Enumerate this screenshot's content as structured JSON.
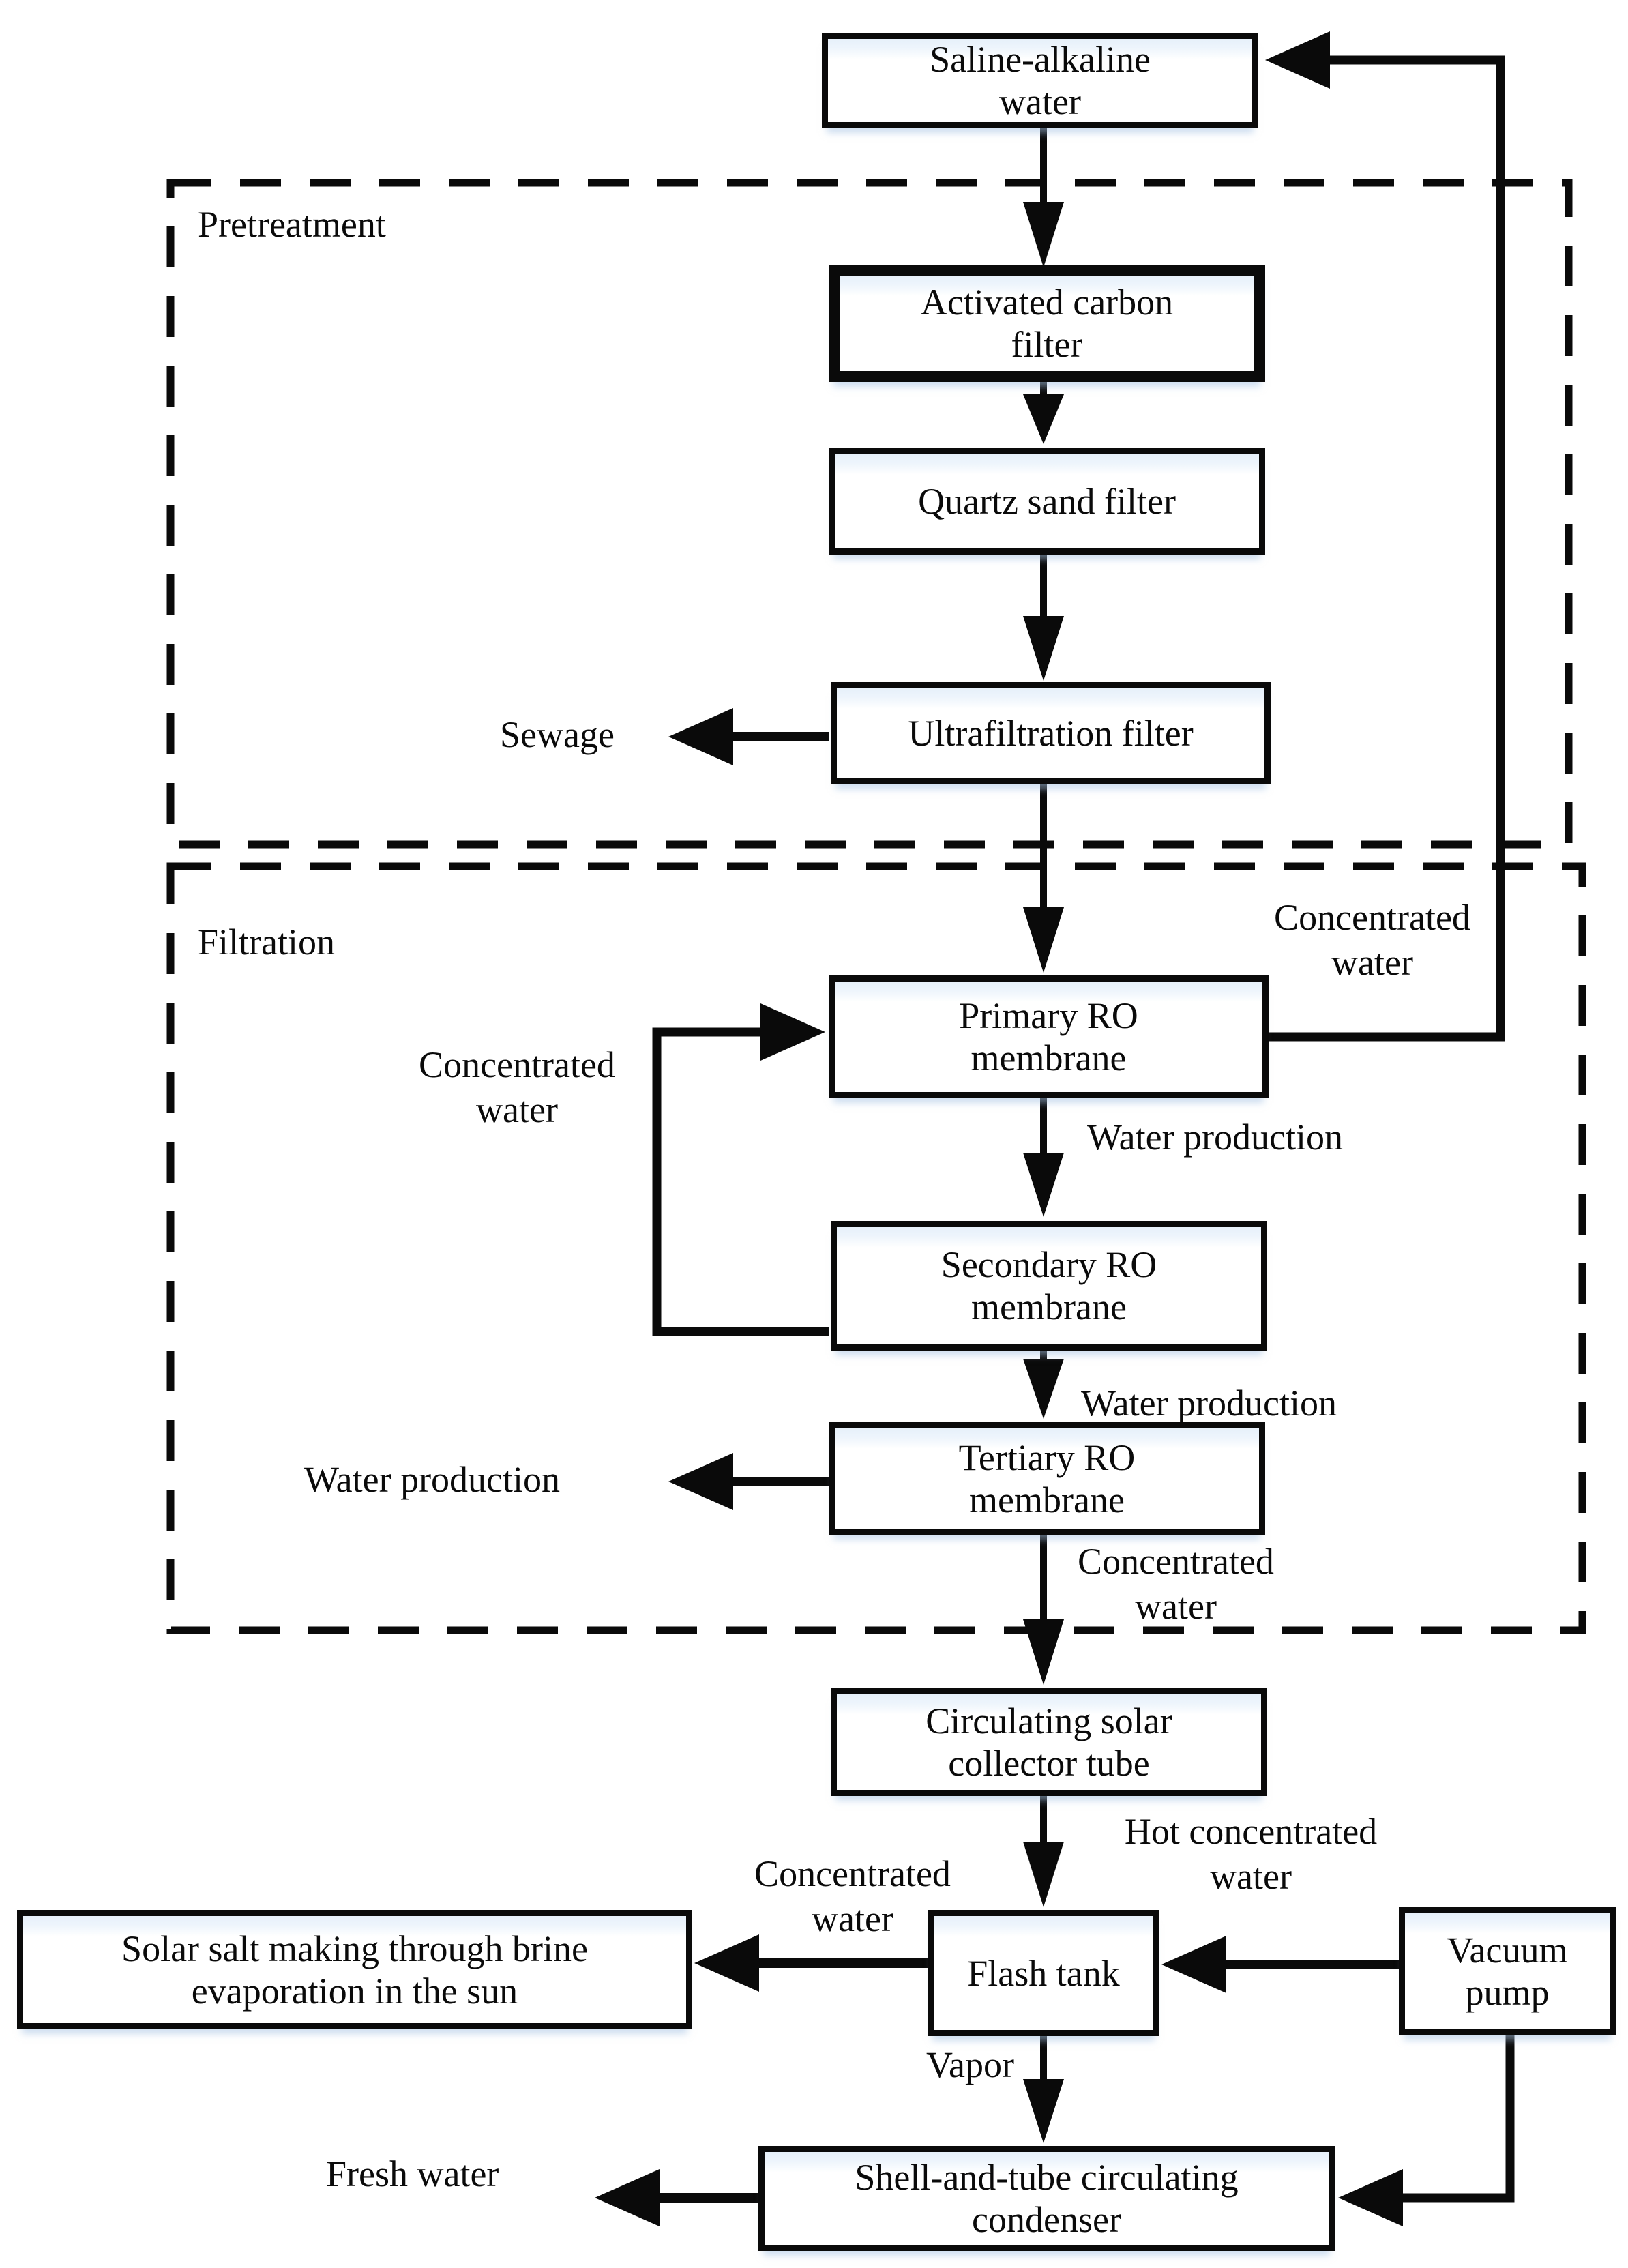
{
  "diagram": {
    "type": "flowchart",
    "sections": {
      "pretreatment": {
        "label": "Pretreatment"
      },
      "filtration": {
        "label": "Filtration"
      }
    },
    "nodes": {
      "saline_water": {
        "label": "Saline-alkaline\nwater"
      },
      "activated_carbon_filter": {
        "label": "Activated carbon\nfilter"
      },
      "quartz_sand_filter": {
        "label": "Quartz sand filter"
      },
      "ultrafiltration_filter": {
        "label": "Ultrafiltration filter"
      },
      "primary_ro_membrane": {
        "label": "Primary RO\nmembrane"
      },
      "secondary_ro_membrane": {
        "label": "Secondary RO\nmembrane"
      },
      "tertiary_ro_membrane": {
        "label": "Tertiary RO\nmembrane"
      },
      "solar_collector_tube": {
        "label": "Circulating solar\ncollector tube"
      },
      "flash_tank": {
        "label": "Flash tank"
      },
      "vacuum_pump": {
        "label": "Vacuum\npump"
      },
      "solar_salt_making": {
        "label": "Solar salt making through brine\nevaporation in the sun"
      },
      "condenser": {
        "label": "Shell-and-tube circulating\ncondenser"
      }
    },
    "edge_labels": {
      "sewage": "Sewage",
      "concentrated_water_return": "Concentrated\nwater",
      "water_production_primary": "Water production",
      "concentrated_water_loop": "Concentrated\nwater",
      "water_production_secondary": "Water production",
      "water_production_tertiary": "Water production",
      "concentrated_water_tertiary": "Concentrated\nwater",
      "hot_concentrated_water": "Hot concentrated\nwater",
      "concentrated_water_flash": "Concentrated\nwater",
      "vapor": "Vapor",
      "fresh_water": "Fresh water"
    },
    "colors": {
      "line": "#0a0a0a",
      "text": "#0a0a0a",
      "box_fill": "#ffffff",
      "box_border": "#0a0a0a",
      "accent_shadow": "#cfe0f1",
      "background": "#ffffff"
    }
  }
}
